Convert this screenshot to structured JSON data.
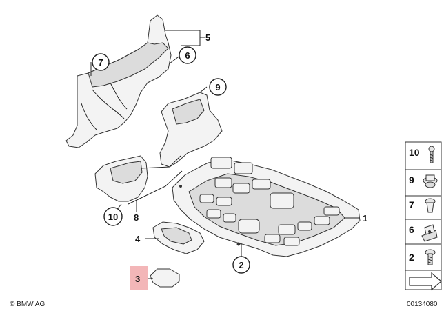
{
  "callouts": [
    {
      "id": "c1",
      "label": "1"
    },
    {
      "id": "c2",
      "label": "2"
    },
    {
      "id": "c3",
      "label": "3",
      "highlight": "#f3b6b8"
    },
    {
      "id": "c4",
      "label": "4"
    },
    {
      "id": "c5",
      "label": "5"
    },
    {
      "id": "c6",
      "label": "6"
    },
    {
      "id": "c7",
      "label": "7"
    },
    {
      "id": "c8",
      "label": "8"
    },
    {
      "id": "c9",
      "label": "9"
    },
    {
      "id": "c10",
      "label": "10"
    }
  ],
  "legend": [
    {
      "label": "10",
      "icon": "bolt-icon"
    },
    {
      "label": "9",
      "icon": "nut-icon"
    },
    {
      "label": "7",
      "icon": "expanding-rivet-icon"
    },
    {
      "label": "6",
      "icon": "clip-nut-icon"
    },
    {
      "label": "2",
      "icon": "screw-icon"
    }
  ],
  "footer": {
    "brand": "© BMW AG",
    "diagram_number": "00134080"
  },
  "colors": {
    "highlight": "#f3b6b8",
    "line": "#222222"
  }
}
